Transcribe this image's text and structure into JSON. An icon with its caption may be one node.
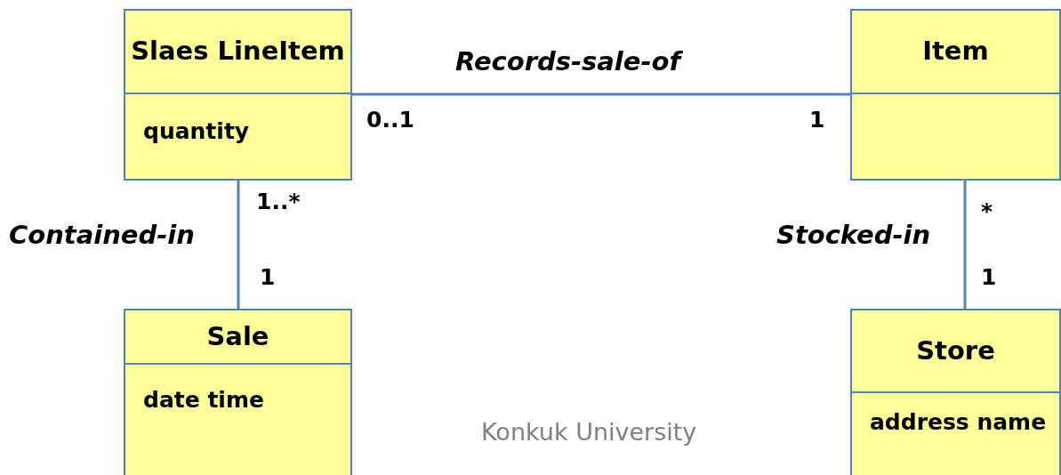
{
  "diagram": {
    "nodes": [
      {
        "text": [
          "Slaes LineItem",
          "quantity"
        ]
      },
      {
        "text": [
          "Item"
        ]
      },
      {
        "text": [
          "Sale",
          "date time"
        ]
      },
      {
        "text": [
          "Store",
          "address name"
        ]
      }
    ],
    "edges": [
      {
        "from": 0,
        "to": 1,
        "arrow": "none",
        "label": "Records-sale-of"
      },
      {
        "from": 0,
        "to": 2,
        "arrow": "none",
        "label": "Contained-in"
      },
      {
        "from": 1,
        "to": 3,
        "arrow": "none",
        "label": "Stocked-in"
      }
    ],
    "labels": [
      "0..1",
      "1",
      "1..*",
      "1",
      "*",
      "1",
      "Konkuk University"
    ]
  }
}
